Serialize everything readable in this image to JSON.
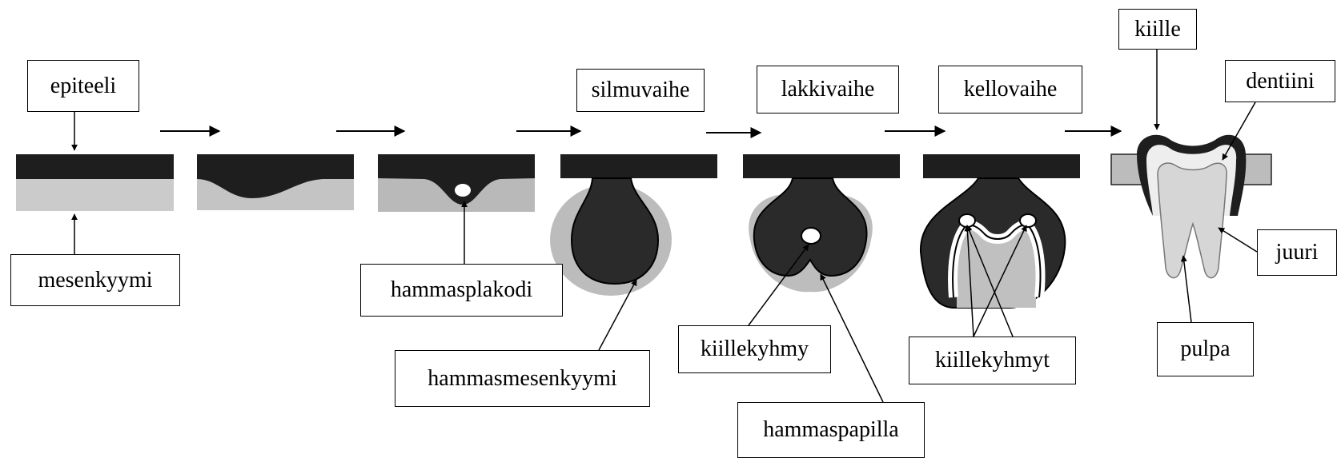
{
  "labels": {
    "epiteeli": "epiteeli",
    "mesenkyymi": "mesenkyymi",
    "hammasplakodi": "hammasplakodi",
    "silmuvaihe": "silmuvaihe",
    "hammasmesenkyymi": "hammasmesenkyymi",
    "lakkivaihe": "lakkivaihe",
    "kiillekyhmy": "kiillekyhmy",
    "hammaspapilla": "hammaspapilla",
    "kellovaihe": "kellovaihe",
    "kiillekyhmyt": "kiillekyhmyt",
    "kiille": "kiille",
    "dentiini": "dentiini",
    "juuri": "juuri",
    "pulpa": "pulpa"
  },
  "colors": {
    "epithelium": "#1e1e1e",
    "mesenchyme": "#c9c9c9",
    "dental_mesenchyme": "#b3b3b3",
    "tooth": "#e6e6e6",
    "background": "#ffffff"
  }
}
